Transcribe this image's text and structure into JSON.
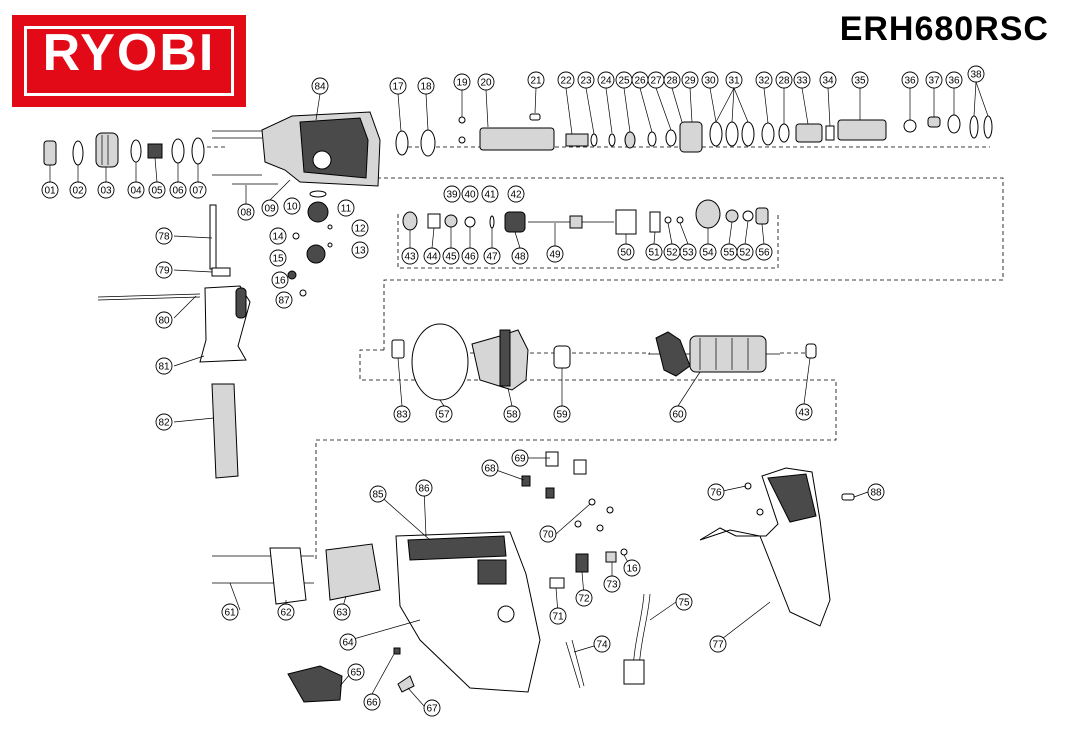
{
  "brand": {
    "logo_text": "RYOBI",
    "color": "#e20a17"
  },
  "model": "ERH680RSC",
  "callouts": [
    {
      "id": "c84",
      "label": "84"
    },
    {
      "id": "c17",
      "label": "17"
    },
    {
      "id": "c18",
      "label": "18"
    },
    {
      "id": "c19",
      "label": "19"
    },
    {
      "id": "c20",
      "label": "20"
    },
    {
      "id": "c21",
      "label": "21"
    },
    {
      "id": "c22",
      "label": "22"
    },
    {
      "id": "c23",
      "label": "23"
    },
    {
      "id": "c24",
      "label": "24"
    },
    {
      "id": "c25",
      "label": "25"
    },
    {
      "id": "c26",
      "label": "26"
    },
    {
      "id": "c27",
      "label": "27"
    },
    {
      "id": "c28a",
      "label": "28"
    },
    {
      "id": "c29",
      "label": "29"
    },
    {
      "id": "c30",
      "label": "30"
    },
    {
      "id": "c31",
      "label": "31"
    },
    {
      "id": "c32",
      "label": "32"
    },
    {
      "id": "c28b",
      "label": "28"
    },
    {
      "id": "c33",
      "label": "33"
    },
    {
      "id": "c34",
      "label": "34"
    },
    {
      "id": "c35",
      "label": "35"
    },
    {
      "id": "c36a",
      "label": "36"
    },
    {
      "id": "c37",
      "label": "37"
    },
    {
      "id": "c36b",
      "label": "36"
    },
    {
      "id": "c38",
      "label": "38"
    },
    {
      "id": "c01",
      "label": "01"
    },
    {
      "id": "c02",
      "label": "02"
    },
    {
      "id": "c03",
      "label": "03"
    },
    {
      "id": "c04",
      "label": "04"
    },
    {
      "id": "c05",
      "label": "05"
    },
    {
      "id": "c06",
      "label": "06"
    },
    {
      "id": "c07",
      "label": "07"
    },
    {
      "id": "c08",
      "label": "08"
    },
    {
      "id": "c09",
      "label": "09"
    },
    {
      "id": "c10",
      "label": "10"
    },
    {
      "id": "c11",
      "label": "11"
    },
    {
      "id": "c12",
      "label": "12"
    },
    {
      "id": "c13",
      "label": "13"
    },
    {
      "id": "c14",
      "label": "14"
    },
    {
      "id": "c15",
      "label": "15"
    },
    {
      "id": "c16a",
      "label": "16"
    },
    {
      "id": "c87",
      "label": "87"
    },
    {
      "id": "c78",
      "label": "78"
    },
    {
      "id": "c79",
      "label": "79"
    },
    {
      "id": "c80",
      "label": "80"
    },
    {
      "id": "c81",
      "label": "81"
    },
    {
      "id": "c82",
      "label": "82"
    },
    {
      "id": "c39",
      "label": "39"
    },
    {
      "id": "c40",
      "label": "40"
    },
    {
      "id": "c41",
      "label": "41"
    },
    {
      "id": "c42",
      "label": "42"
    },
    {
      "id": "c43a",
      "label": "43"
    },
    {
      "id": "c44",
      "label": "44"
    },
    {
      "id": "c45",
      "label": "45"
    },
    {
      "id": "c46",
      "label": "46"
    },
    {
      "id": "c47",
      "label": "47"
    },
    {
      "id": "c48",
      "label": "48"
    },
    {
      "id": "c49",
      "label": "49"
    },
    {
      "id": "c50",
      "label": "50"
    },
    {
      "id": "c51",
      "label": "51"
    },
    {
      "id": "c52a",
      "label": "52"
    },
    {
      "id": "c53",
      "label": "53"
    },
    {
      "id": "c54",
      "label": "54"
    },
    {
      "id": "c55",
      "label": "55"
    },
    {
      "id": "c52b",
      "label": "52"
    },
    {
      "id": "c56",
      "label": "56"
    },
    {
      "id": "c83",
      "label": "83"
    },
    {
      "id": "c57",
      "label": "57"
    },
    {
      "id": "c58",
      "label": "58"
    },
    {
      "id": "c59",
      "label": "59"
    },
    {
      "id": "c60",
      "label": "60"
    },
    {
      "id": "c43b",
      "label": "43"
    },
    {
      "id": "c68",
      "label": "68"
    },
    {
      "id": "c69",
      "label": "69"
    },
    {
      "id": "c70",
      "label": "70"
    },
    {
      "id": "c85",
      "label": "85"
    },
    {
      "id": "c86",
      "label": "86"
    },
    {
      "id": "c61",
      "label": "61"
    },
    {
      "id": "c62",
      "label": "62"
    },
    {
      "id": "c63",
      "label": "63"
    },
    {
      "id": "c64",
      "label": "64"
    },
    {
      "id": "c65",
      "label": "65"
    },
    {
      "id": "c66",
      "label": "66"
    },
    {
      "id": "c67",
      "label": "67"
    },
    {
      "id": "c71",
      "label": "71"
    },
    {
      "id": "c72",
      "label": "72"
    },
    {
      "id": "c73",
      "label": "73"
    },
    {
      "id": "c16b",
      "label": "16"
    },
    {
      "id": "c74",
      "label": "74"
    },
    {
      "id": "c75",
      "label": "75"
    },
    {
      "id": "c76",
      "label": "76"
    },
    {
      "id": "c88",
      "label": "88"
    },
    {
      "id": "c77",
      "label": "77"
    }
  ]
}
